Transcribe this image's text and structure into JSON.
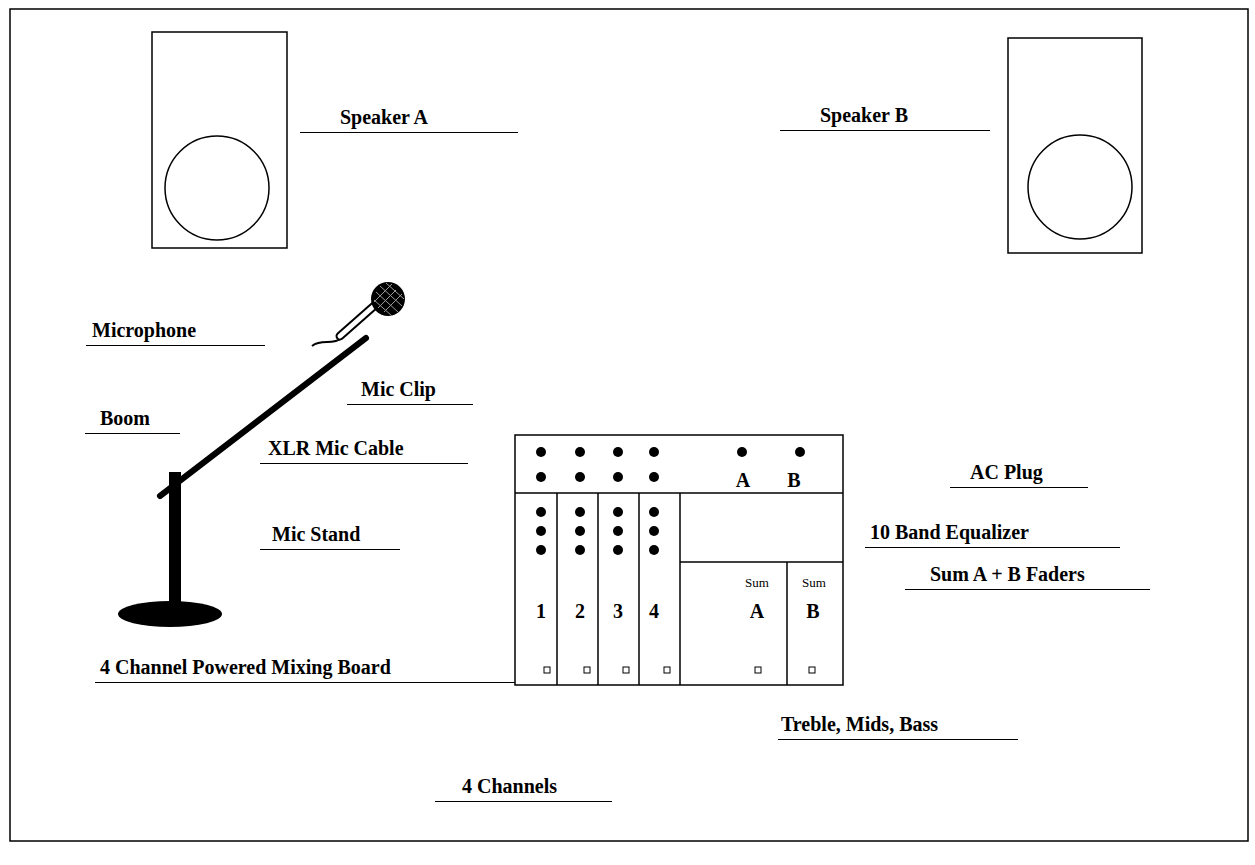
{
  "diagram": {
    "labels": [
      "Speaker A",
      "Speaker B",
      "Microphone",
      "Mic Clip",
      "Boom",
      "XLR Mic Cable",
      "A",
      "B",
      "AC Plug",
      "Mic Stand",
      "10 Band Equalizer",
      "Sum",
      "Sum",
      "Sum A + B Faders",
      "1",
      "2",
      "3",
      "4",
      "A",
      "B",
      "4 Channel Powered Mixing Board",
      "Treble, Mids, Bass",
      "4 Channels"
    ]
  }
}
